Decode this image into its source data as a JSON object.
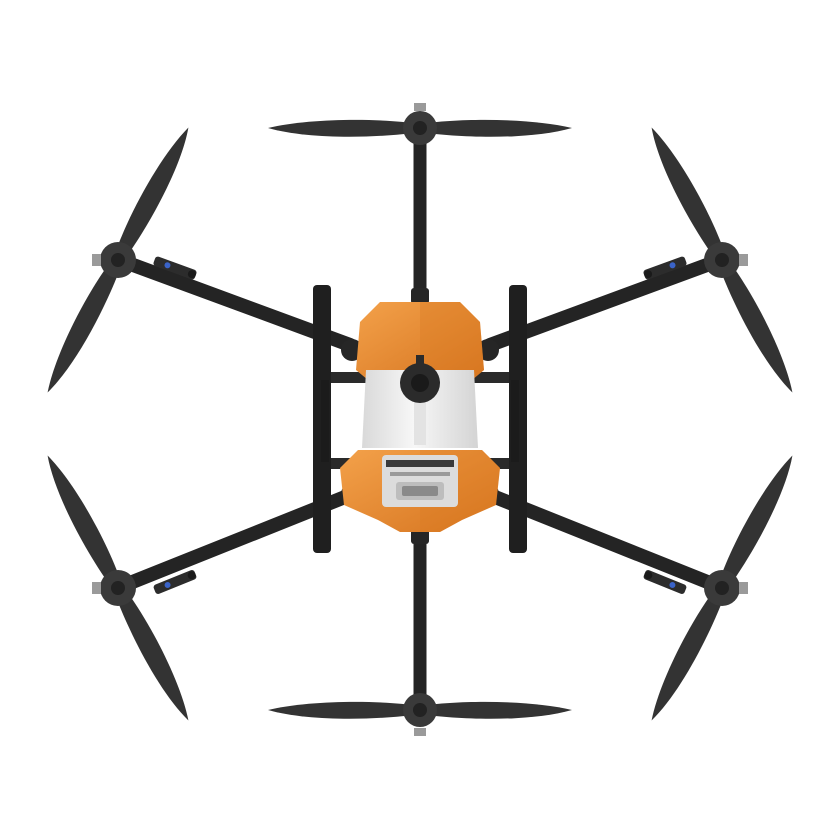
{
  "image": {
    "subject_icon": "hexacopter-drone-icon",
    "background_color": "#ffffff"
  },
  "colors": {
    "body_orange": "#e88a2e",
    "body_orange_dark": "#c96f1c",
    "tank_white": "#f1f1f1",
    "carbon_black": "#2b2b2b",
    "propeller_black": "#3a3a3a",
    "motor_gray": "#4a4a4a",
    "accent_blue": "#3a63c8"
  },
  "drone": {
    "arm_count": 6,
    "propeller_count": 6,
    "landing_legs": 2
  }
}
